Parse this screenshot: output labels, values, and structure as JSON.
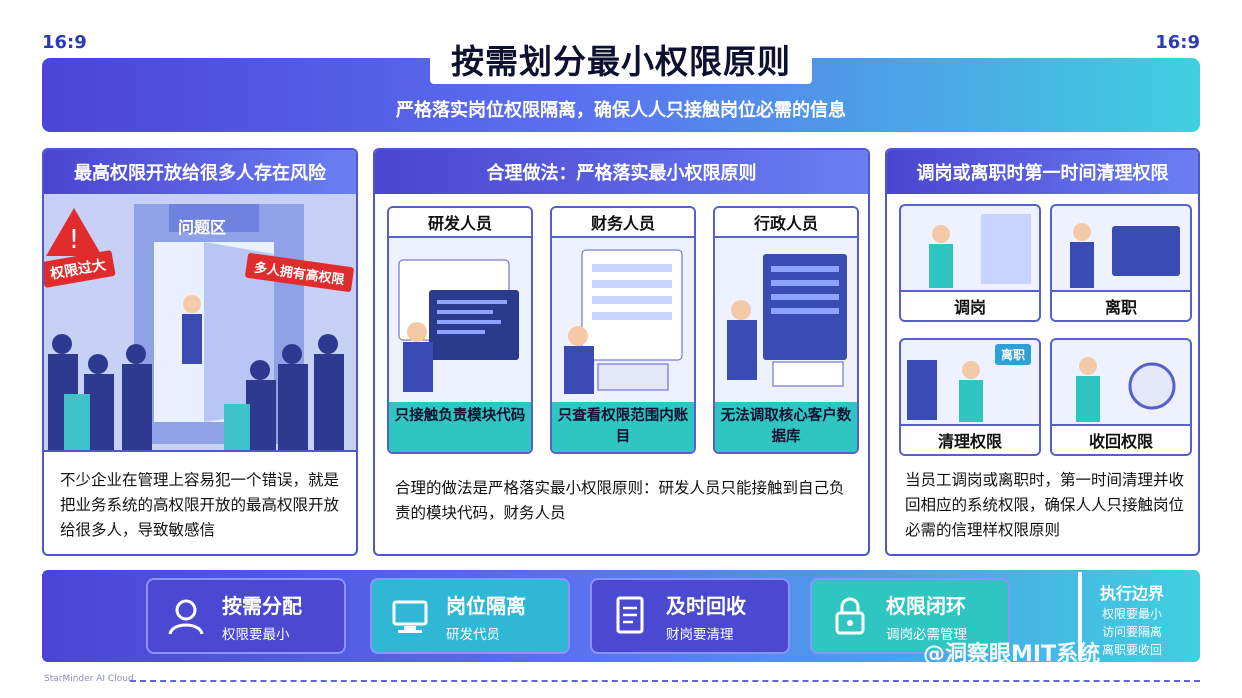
{
  "ratio_left": "16:9",
  "ratio_right": "16:9",
  "title": "按需划分最小权限原则",
  "subtitle": "严格落实岗位权限隔离，确保人人只接触岗位必需的信息",
  "panel1": {
    "header": "最高权限开放给很多人存在风险",
    "warning": "权限过大",
    "zone": "问题区",
    "callout": "多人拥有高权限",
    "text": "不少企业在管理上容易犯一个错误，就是把业务系统的高权限开放的最高权限开放给很多人，导致敏感信"
  },
  "panel2": {
    "header": "合理做法：严格落实最小权限原则",
    "roles": [
      {
        "title": "研发人员",
        "caption": "只接触负责模块代码"
      },
      {
        "title": "财务人员",
        "caption": "只查看权限范围内账目"
      },
      {
        "title": "行政人员",
        "caption": "无法调取核心客户数据库"
      }
    ],
    "text": "合理的做法是严格落实最小权限原则：研发人员只能接触到自己负责的模块代码，财务人员"
  },
  "panel3": {
    "header": "调岗或离职时第一时间清理权限",
    "tiles": [
      "调岗",
      "离职",
      "清理权限",
      "收回权限"
    ],
    "badge": "离职",
    "text": "当员工调岗或离职时，第一时间清理并收回相应的系统权限，确保人人只接触岗位必需的信理样权限原则"
  },
  "chips": [
    {
      "title": "按需分配",
      "sub": "权限要最小",
      "icon": "user-icon"
    },
    {
      "title": "岗位隔离",
      "sub": "研发代员",
      "icon": "workstation-icon"
    },
    {
      "title": "及时回收",
      "sub": "财岗要清理",
      "icon": "document-icon"
    },
    {
      "title": "权限闭环",
      "sub": "调岗必需管理",
      "icon": "lock-icon"
    }
  ],
  "edge": {
    "title": "执行边界",
    "lines": [
      "权限要最小",
      "访问要隔离",
      "离职要收回"
    ]
  },
  "watermark": "@洞察眼MIT系统",
  "footer": "StarMinder AI Cloud",
  "colors": {
    "primary": "#4b48d2",
    "accent": "#2fc6c2",
    "warning": "#e02c2c"
  }
}
